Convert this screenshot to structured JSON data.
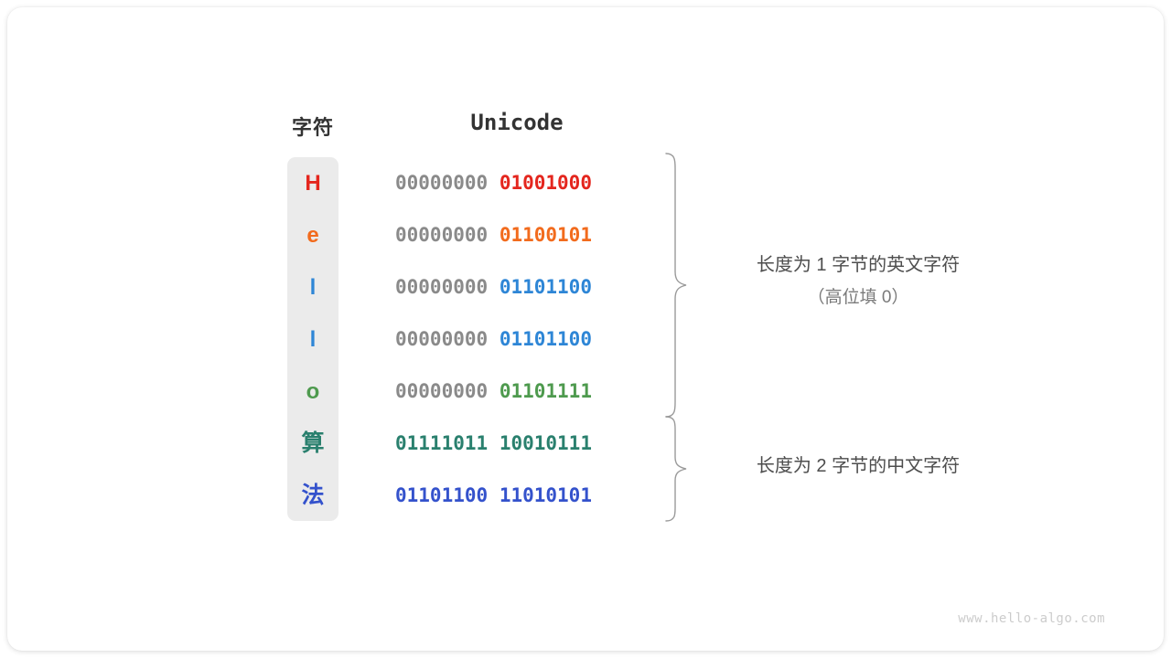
{
  "headers": {
    "char": "字符",
    "code": "Unicode"
  },
  "colors": {
    "red": "#E4261E",
    "orange": "#F26B1D",
    "blue": "#2E86D6",
    "green": "#4E9A4E",
    "teal": "#2A806E",
    "indigo": "#3452CC",
    "gray": "#8a8a8a",
    "highlight_bg": "#ebebeb",
    "text": "#4d4d4d",
    "watermark": "#cccccc"
  },
  "rows": [
    {
      "char": "H",
      "cjk": false,
      "high_byte": "00000000",
      "low_byte": "01001000",
      "color": "#E4261E"
    },
    {
      "char": "e",
      "cjk": false,
      "high_byte": "00000000",
      "low_byte": "01100101",
      "color": "#F26B1D"
    },
    {
      "char": "l",
      "cjk": false,
      "high_byte": "00000000",
      "low_byte": "01101100",
      "color": "#2E86D6"
    },
    {
      "char": "l",
      "cjk": false,
      "high_byte": "00000000",
      "low_byte": "01101100",
      "color": "#2E86D6"
    },
    {
      "char": "o",
      "cjk": false,
      "high_byte": "00000000",
      "low_byte": "01101111",
      "color": "#4E9A4E"
    },
    {
      "char": "算",
      "cjk": true,
      "high_byte": "01111011",
      "low_byte": "10010111",
      "color": "#2A806E"
    },
    {
      "char": "法",
      "cjk": true,
      "high_byte": "01101100",
      "low_byte": "11010101",
      "color": "#3452CC"
    }
  ],
  "annotations": {
    "one_byte": {
      "main": "长度为 1 字节的英文字符",
      "sub": "（高位填 0）"
    },
    "two_byte": {
      "main": "长度为 2 字节的中文字符"
    }
  },
  "watermark": "www.hello-algo.com"
}
